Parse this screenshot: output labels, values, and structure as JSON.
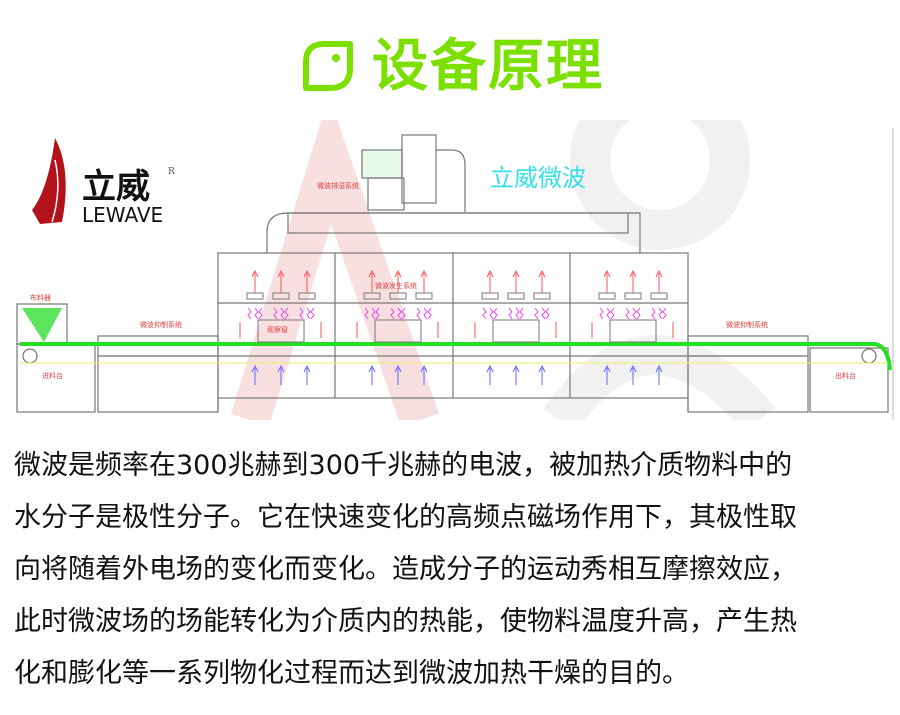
{
  "title": {
    "text": "设备原理",
    "color": "#7be000"
  },
  "logo": {
    "cn": "立威",
    "en": "LEWAVE",
    "registered": "R"
  },
  "diagram": {
    "brand_label": "立威微波",
    "labels": {
      "feeder": "布料器",
      "suppression_left": "微波抑制系统",
      "suppression_right": "微波抑制系统",
      "infeed_table": "进料台",
      "outfeed_table": "出料台",
      "dehumidify": "微波排湿系统",
      "generator": "微波发生系统",
      "window": "观察窗"
    }
  },
  "paragraph": [
    "微波是频率在300兆赫到300千兆赫的电波，被加热介质物料中的",
    "水分子是极性分子。它在快速变化的高频点磁场作用下，其极性取",
    "向将随着外电场的变化而变化。造成分子的运动秀相互摩擦效应，",
    "此时微波场的场能转化为介质内的热能，使物料温度升高，产生热",
    "化和膨化等一系列物化过程而达到微波加热干燥的目的。"
  ]
}
